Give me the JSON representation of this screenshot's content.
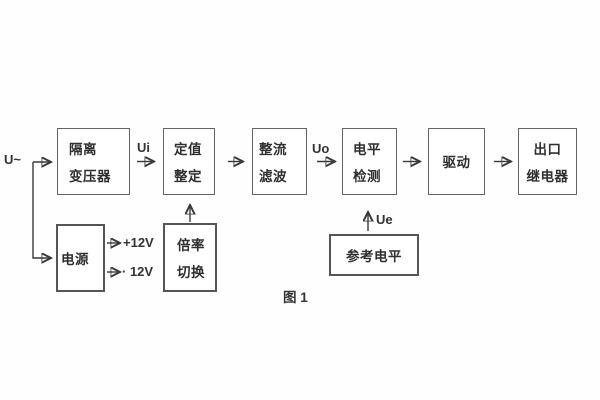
{
  "figure_caption": "图 1",
  "labels": {
    "input": "U~",
    "ui": "Ui",
    "uo": "Uo",
    "ue": "Ue",
    "plus12": "+12V",
    "minus12": "· 12V"
  },
  "nodes": {
    "isolation_transformer": {
      "line1": "隔离",
      "line2": "变压器"
    },
    "setpoint_adjust": {
      "line1": "定值",
      "line2": "整定"
    },
    "rectify_filter": {
      "line1": "整流",
      "line2": "滤波"
    },
    "level_detect": {
      "line1": "电平",
      "line2": "检测"
    },
    "drive": {
      "line1": "驱动"
    },
    "output_relay": {
      "line1": "出口",
      "line2": "继电器"
    },
    "power": {
      "line1": "电源"
    },
    "ratio_switch": {
      "line1": "倍率",
      "line2": "切换"
    },
    "reference_level": {
      "line1": "参考电平"
    }
  },
  "connections": [
    {
      "from": "U~",
      "to": "isolation_transformer"
    },
    {
      "from": "U~",
      "to": "power"
    },
    {
      "from": "isolation_transformer",
      "to": "setpoint_adjust",
      "label": "Ui"
    },
    {
      "from": "setpoint_adjust",
      "to": "rectify_filter"
    },
    {
      "from": "rectify_filter",
      "to": "level_detect",
      "label": "Uo"
    },
    {
      "from": "level_detect",
      "to": "drive"
    },
    {
      "from": "drive",
      "to": "output_relay"
    },
    {
      "from": "power",
      "to": "+12V"
    },
    {
      "from": "power",
      "to": "· 12V"
    },
    {
      "from": "ratio_switch",
      "to": "setpoint_adjust"
    },
    {
      "from": "reference_level",
      "to": "level_detect",
      "label": "Ue"
    }
  ],
  "colors": {
    "background": "#fefefe",
    "box_border": "#646464",
    "text": "#2f2f2f",
    "wire": "#3a3a3a"
  }
}
